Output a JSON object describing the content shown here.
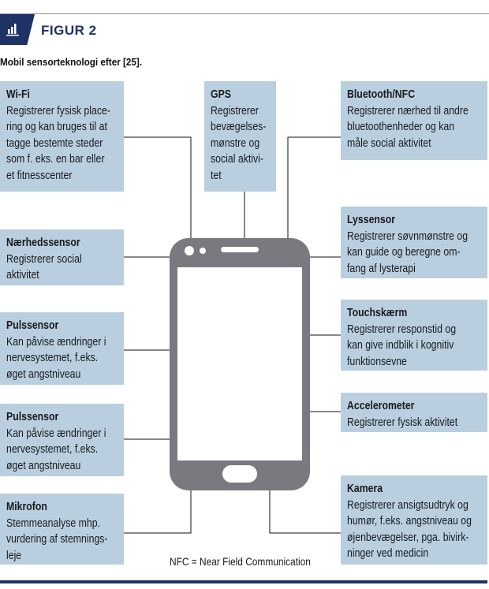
{
  "header": {
    "figure_label": "FIGUR 2",
    "icon": "bar-chart-icon",
    "subtitle": "Mobil sensorteknologi efter [25]."
  },
  "colors": {
    "navy": "#1e3266",
    "box": "#b9cfe0",
    "phone": "#7a7980"
  },
  "boxes": [
    {
      "title": "Wi-Fi",
      "lines": [
        "Registrerer fysisk place-",
        "ring og kan bruges til at",
        "tagge bestemte steder",
        "som f. eks. en bar eller",
        "et fitnesscenter"
      ]
    },
    {
      "title": "GPS",
      "lines": [
        "Registrerer",
        "bevægelses-",
        "mønstre og",
        "social aktivi-",
        "tet"
      ]
    },
    {
      "title": "Bluetooth/NFC",
      "lines": [
        "Registrerer nærhed til andre",
        "bluetoothenheder og kan",
        "måle social aktivitet"
      ]
    },
    {
      "title": "Lyssensor",
      "lines": [
        "Registrerer søvnmønstre og",
        "kan guide og beregne om-",
        "fang af lysterapi"
      ]
    },
    {
      "title": "Nærhedssensor",
      "lines": [
        "Registrerer social",
        "aktivitet"
      ]
    },
    {
      "title": "Touchskærm",
      "lines": [
        "Registrerer responstid og",
        "kan give indblik i kognitiv",
        "funktionsevne"
      ]
    },
    {
      "title": "Pulssensor",
      "lines": [
        "Kan påvise ændringer i",
        "nervesystemet, f.eks.",
        "øget angstniveau"
      ]
    },
    {
      "title": "Accelerometer",
      "lines": [
        "Registrerer fysisk aktivitet"
      ]
    },
    {
      "title": "Pulssensor",
      "lines": [
        "Kan påvise ændringer i",
        "nervesystemet, f.eks.",
        "øget angstniveau"
      ]
    },
    {
      "title": "Mikrofon",
      "lines": [
        "Stemmeanalyse mhp.",
        "vurdering af stemnings-",
        "leje"
      ]
    },
    {
      "title": "Kamera",
      "lines": [
        "Registrerer ansigtsudtryk og",
        "humør, f.eks. angstniveau og",
        "øjenbevægelser, pga. bivirk-",
        "ninger ved medicin"
      ]
    }
  ],
  "footnote": "NFC = Near Field Communication"
}
